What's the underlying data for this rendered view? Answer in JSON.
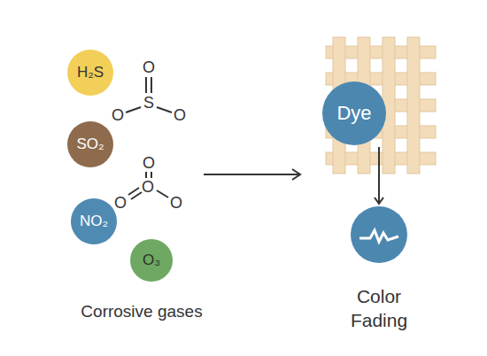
{
  "diagram": {
    "nodes": [
      {
        "text": [
          "H₂S"
        ]
      },
      {
        "text": [
          "SO₂"
        ]
      },
      {
        "text": [
          "NO₂"
        ]
      },
      {
        "text": [
          "O₃"
        ]
      },
      {
        "text": [
          "Dye"
        ]
      },
      {
        "text": [
          "Color Fading"
        ]
      }
    ],
    "edges": [
      {
        "from": 4,
        "to": 5,
        "arrow": "to"
      }
    ],
    "labels": [
      "O",
      "O",
      "S",
      "O",
      "O",
      "O",
      "O",
      "O",
      "Corrosive gases"
    ]
  }
}
